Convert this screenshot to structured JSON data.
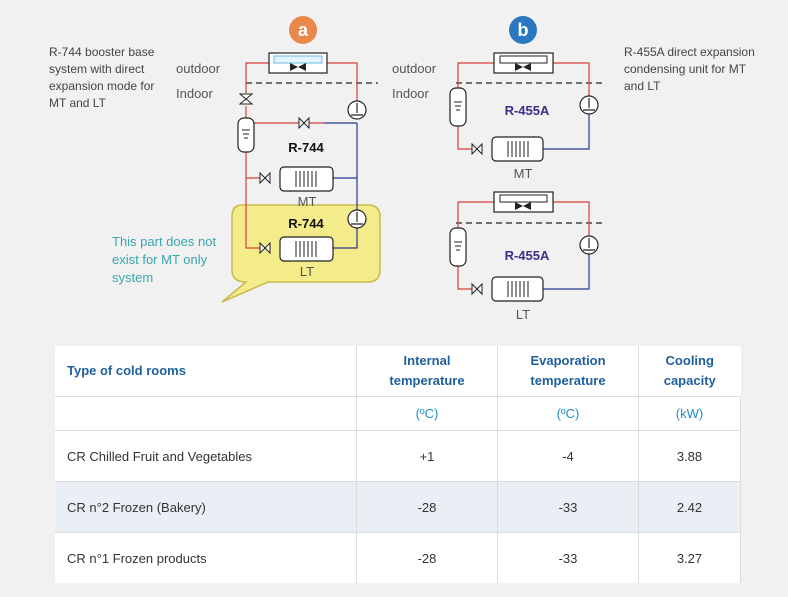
{
  "diagram": {
    "badge_a": "a",
    "badge_b": "b",
    "note_left_line1": "R-744 booster base",
    "note_left_line2": "system with direct",
    "note_left_line3": "expansion mode for",
    "note_left_line4": "MT and LT",
    "note_right_line1": "R-455A direct expansion",
    "note_right_line2": "condensing unit for MT",
    "note_right_line3": "and LT",
    "outdoor_label": "outdoor",
    "indoor_label": "Indoor",
    "r744_label": "R-744",
    "r455a_label": "R-455A",
    "mt_label": "MT",
    "lt_label": "LT",
    "callout_line1": "This part does not",
    "callout_line2": "exist for MT only",
    "callout_line3": "system",
    "colors": {
      "badge_a": "#e8884a",
      "badge_b": "#2a79c0",
      "pipe_hot": "#d9403a",
      "pipe_cold": "#2b3a8f",
      "r455a_text": "#3d2e8c",
      "callout_fill": "#f4ec8a",
      "callout_stroke": "#c9b94a",
      "callout_text": "#3aa6b0"
    }
  },
  "table": {
    "headers": {
      "type": "Type of cold rooms",
      "internal_1": "Internal",
      "internal_2": "temperature",
      "evap_1": "Evaporation",
      "evap_2": "temperature",
      "cool_1": "Cooling",
      "cool_2": "capacity"
    },
    "units": {
      "internal": "(ºC)",
      "evap": "(ºC)",
      "cool": "(kW)"
    },
    "rows": [
      {
        "name": "CR Chilled Fruit and Vegetables",
        "internal": "+1",
        "evap": "-4",
        "cool": "3.88"
      },
      {
        "name": "CR n°2 Frozen (Bakery)",
        "internal": "-28",
        "evap": "-33",
        "cool": "2.42"
      },
      {
        "name": "CR n°1 Frozen products",
        "internal": "-28",
        "evap": "-33",
        "cool": "3.27"
      }
    ]
  }
}
